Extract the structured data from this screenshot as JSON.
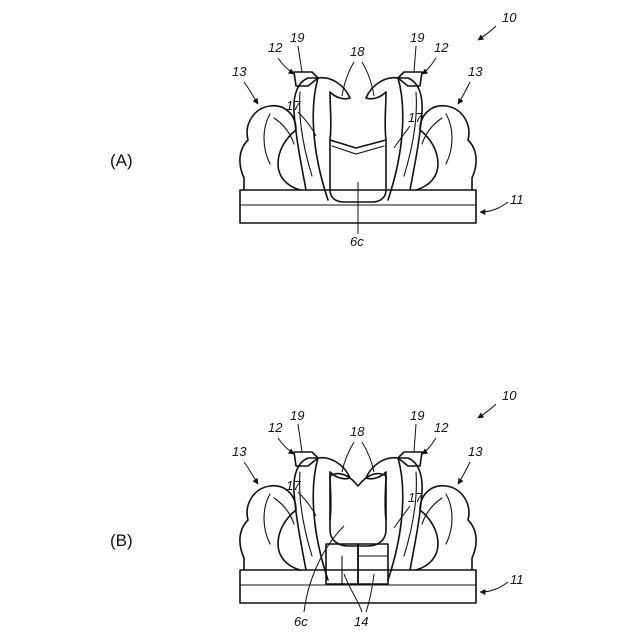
{
  "figures": [
    {
      "panel_label": "(A)",
      "refs": {
        "assembly": "10",
        "base": "11",
        "tip_left": "12",
        "tip_right": "12",
        "knob_left": "13",
        "knob_right": "13",
        "leg_left": "17",
        "leg_right": "17",
        "claws": "18",
        "hook_left": "19",
        "hook_right": "19",
        "insert": "6c"
      }
    },
    {
      "panel_label": "(B)",
      "refs": {
        "assembly": "10",
        "base": "11",
        "tip_left": "12",
        "tip_right": "12",
        "knob_left": "13",
        "knob_right": "13",
        "leg_left": "17",
        "leg_right": "17",
        "claws": "18",
        "hook_left": "19",
        "hook_right": "19",
        "insert": "6c",
        "steps": "14"
      }
    }
  ]
}
